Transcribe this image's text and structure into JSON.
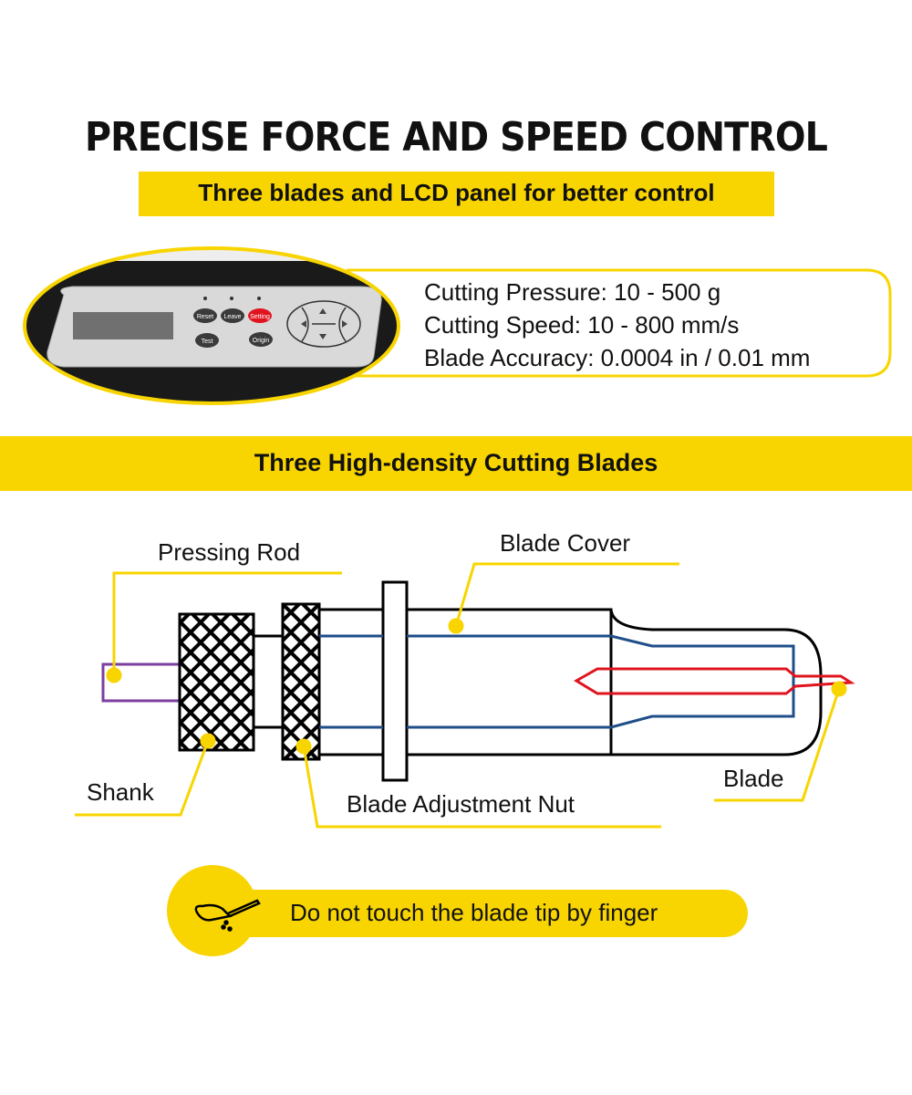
{
  "header": {
    "title": "PRECISE FORCE AND SPEED CONTROL",
    "subtitle": "Three blades and LCD panel for better control"
  },
  "panel": {
    "buttons": [
      "Reset",
      "Leave",
      "Setting",
      "Test",
      "Origin"
    ],
    "specs": [
      "Cutting Pressure: 10 - 500 g",
      "Cutting Speed: 10 - 800 mm/s",
      "Blade Accuracy: 0.0004 in / 0.01 mm"
    ]
  },
  "section": {
    "title": "Three High-density Cutting Blades"
  },
  "diagram": {
    "labels": {
      "pressing_rod": "Pressing Rod",
      "blade_cover": "Blade Cover",
      "shank": "Shank",
      "blade_adjustment_nut": "Blade Adjustment Nut",
      "blade": "Blade"
    }
  },
  "warning": {
    "icon": "finger-blade-warning-icon",
    "text": "Do not touch the blade tip by finger"
  },
  "colors": {
    "accent": "#F8D500",
    "blade": "#E0141E",
    "inner": "#1F4E89",
    "rod": "#7B3FA0"
  }
}
